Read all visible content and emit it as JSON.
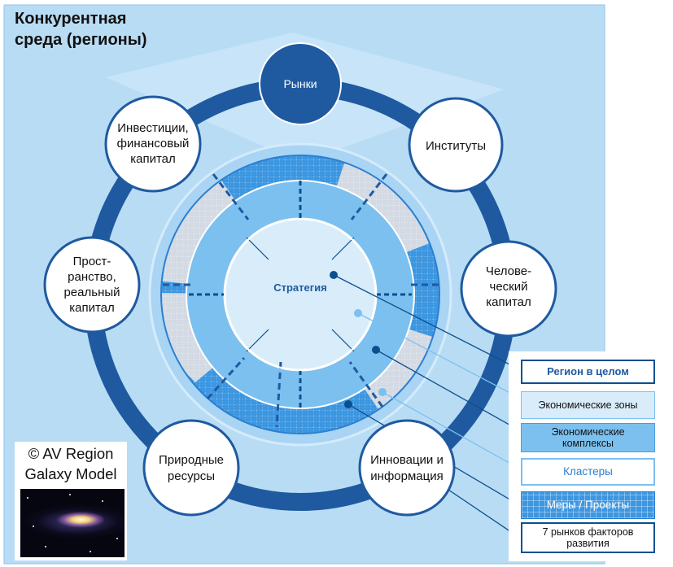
{
  "title_line1": "Конкурентная",
  "title_line2": "среда (регионы)",
  "center_label": "Стратегия",
  "factors": {
    "markets": [
      "Рынки"
    ],
    "institutions": [
      "Институты"
    ],
    "human": [
      "Челове-",
      "ческий",
      "капитал"
    ],
    "innovation": [
      "Инновации и",
      "информация"
    ],
    "natural": [
      "Природные",
      "ресурсы"
    ],
    "space": [
      "Прост-",
      "ранство,",
      "реальный",
      "капитал"
    ],
    "investment": [
      "Инвестиции,",
      "финансовый",
      "капитал"
    ]
  },
  "legend": {
    "region": "Регион в целом",
    "zones": "Экономические зоны",
    "complexes": "Экономические комплексы",
    "clusters": "Кластеры",
    "measures": "Меры / Проекты",
    "markets7": "7 рынков факторов развития"
  },
  "copyright": {
    "line1": "© AV Region",
    "line2": "Galaxy Model"
  },
  "colors": {
    "background": "#b9dcf5",
    "ring": "#1f5aa0",
    "accent_dark": "#0b4f8f",
    "zones_fill": "#d9ecfa",
    "complexes_fill": "#7cc0ef",
    "measures_fill": "#3d96e0",
    "clusters_fill": "#ffffff",
    "legend_region_text": "#1f5aa0"
  },
  "icons": {
    "galaxy": "galaxy-image"
  }
}
